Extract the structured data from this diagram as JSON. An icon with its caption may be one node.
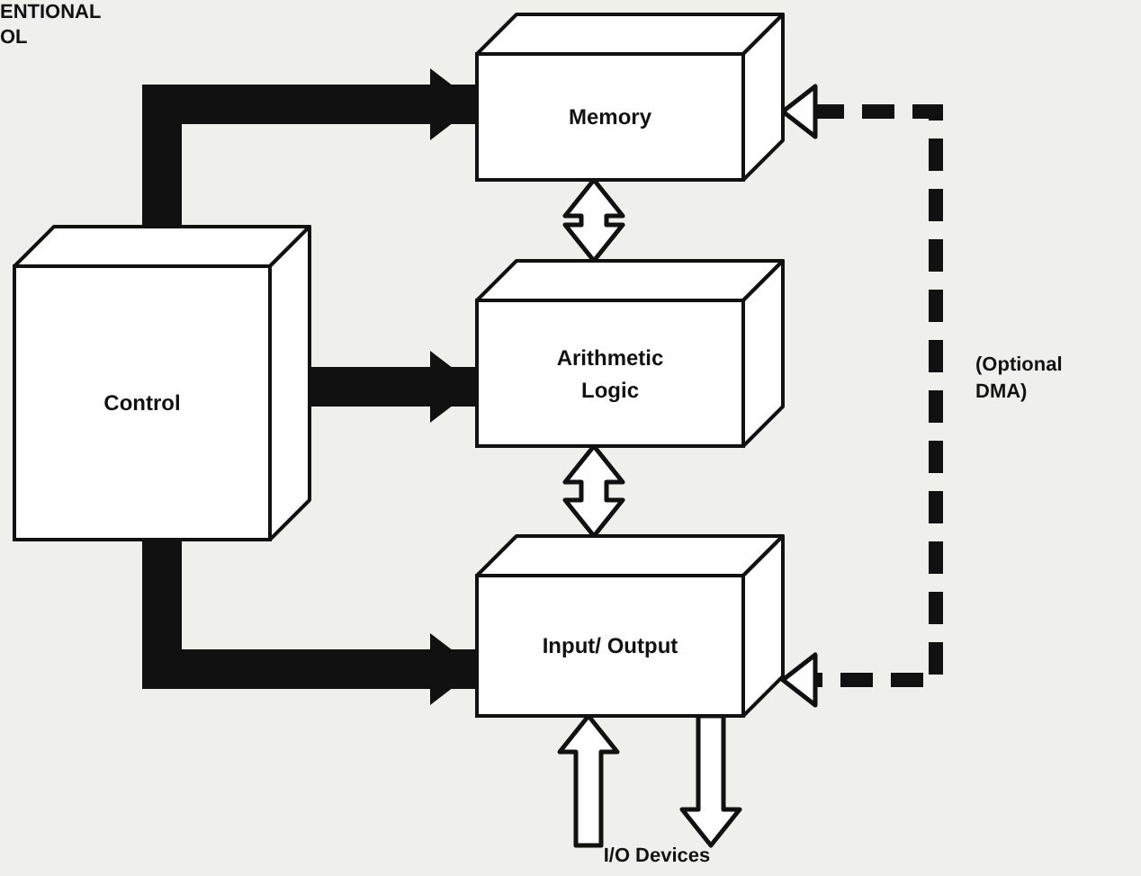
{
  "diagram": {
    "nodes": [
      {
        "text": [
          "Control"
        ]
      },
      {
        "text": [
          "Memory"
        ]
      },
      {
        "text": [
          "Arithmetic Logic"
        ]
      },
      {
        "text": [
          "Input/ Output"
        ]
      },
      {
        "text": [
          "I/O Devices"
        ]
      }
    ],
    "edges": [
      {
        "from": 0,
        "to": 1,
        "arrow": "to"
      },
      {
        "from": 0,
        "to": 2,
        "arrow": "to"
      },
      {
        "from": 0,
        "to": 3,
        "arrow": "to"
      },
      {
        "from": 1,
        "to": 2,
        "arrow": "both"
      },
      {
        "from": 2,
        "to": 3,
        "arrow": "both"
      },
      {
        "from": 1,
        "to": 3,
        "arrow": "both",
        "style": "dashed",
        "label": "(Optional DMA)"
      },
      {
        "from": 4,
        "to": 3,
        "arrow": "to"
      },
      {
        "from": 3,
        "to": 4,
        "arrow": "to"
      }
    ],
    "labels": [
      "ENTIONAL",
      "OL"
    ]
  }
}
